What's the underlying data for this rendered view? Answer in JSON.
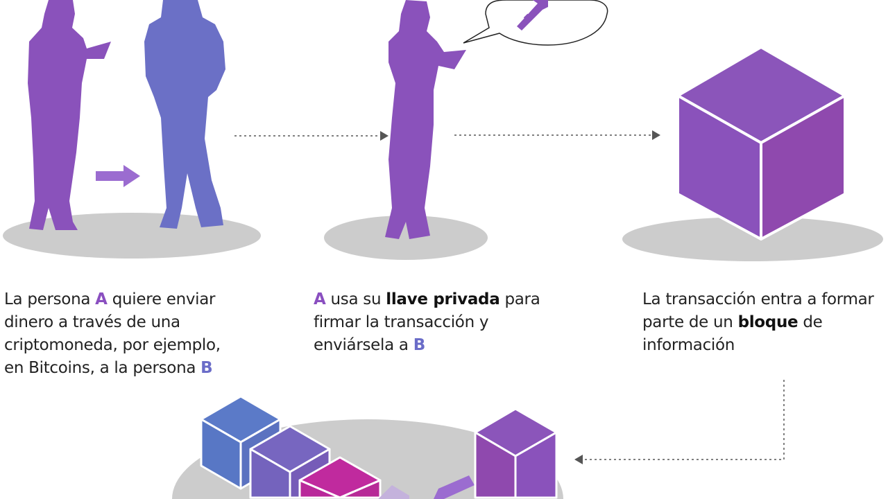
{
  "step1": {
    "text_1": "La persona ",
    "a": "A",
    "text_2": " quiere enviar dinero a través de una criptomoneda, por ejemplo, en Bitcoins, a la persona ",
    "b": "B"
  },
  "step2": {
    "a": "A",
    "text_1": " usa su ",
    "bold": "llave privada",
    "text_2": " para firmar la transacción y enviársela a ",
    "b": "B"
  },
  "step3": {
    "text_1": "La transacción entra a formar parte de un ",
    "bold": "bloque",
    "text_2": " de información"
  },
  "colors": {
    "person_a": "#8a52bb",
    "person_b": "#6b70c6",
    "block": "#8a4fb8",
    "chain_blue": "#5b7ac8",
    "chain_violet": "#7766c0",
    "chain_magenta": "#c02a9e",
    "shadow": "#cccccc"
  }
}
